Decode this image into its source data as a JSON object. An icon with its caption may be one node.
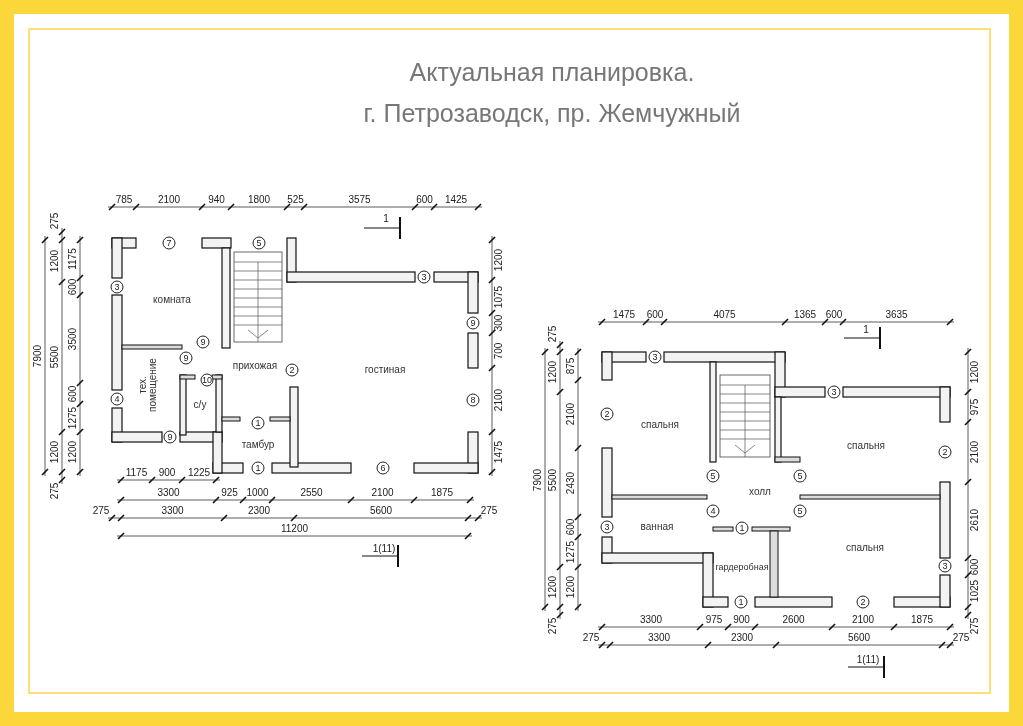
{
  "diagram": {
    "title": "Актуальная планировка. г. Петрозаводск, пр. Жемчужный",
    "labels": [
      "785",
      "2100",
      "940",
      "1800",
      "525",
      "3575",
      "600",
      "1425",
      "1",
      "7900",
      "275",
      "1200",
      "5500",
      "1200",
      "275",
      "1175",
      "600",
      "3500",
      "600",
      "1275",
      "1200",
      "комната",
      "прихожая",
      "гостиная",
      "тех. помещение",
      "с/у",
      "тамбур",
      "7",
      "5",
      "3",
      "3",
      "9",
      "9",
      "9",
      "2",
      "10",
      "4",
      "8",
      "1",
      "9",
      "1",
      "6",
      "1200",
      "1075",
      "300",
      "700",
      "2100",
      "1475",
      "1175",
      "900",
      "1225",
      "3300",
      "925",
      "1000",
      "2550",
      "2100",
      "1875",
      "275",
      "3300",
      "2300",
      "5600",
      "275",
      "11200",
      "1(11)",
      "1475",
      "600",
      "4075",
      "1365",
      "600",
      "3635",
      "1",
      "7900",
      "275",
      "1200",
      "5500",
      "1200",
      "275",
      "875",
      "2100",
      "2430",
      "600",
      "1275",
      "1200",
      "спальня",
      "спальня",
      "холл",
      "ванная",
      "спальня",
      "гардеробная",
      "3",
      "3",
      "2",
      "2",
      "5",
      "5",
      "4",
      "5",
      "3",
      "1",
      "3",
      "1",
      "2",
      "1200",
      "975",
      "2100",
      "2610",
      "600",
      "1025",
      "275",
      "3300",
      "975",
      "900",
      "2600",
      "2100",
      "1875",
      "275",
      "3300",
      "2300",
      "5600",
      "275",
      "1(11)"
    ]
  }
}
